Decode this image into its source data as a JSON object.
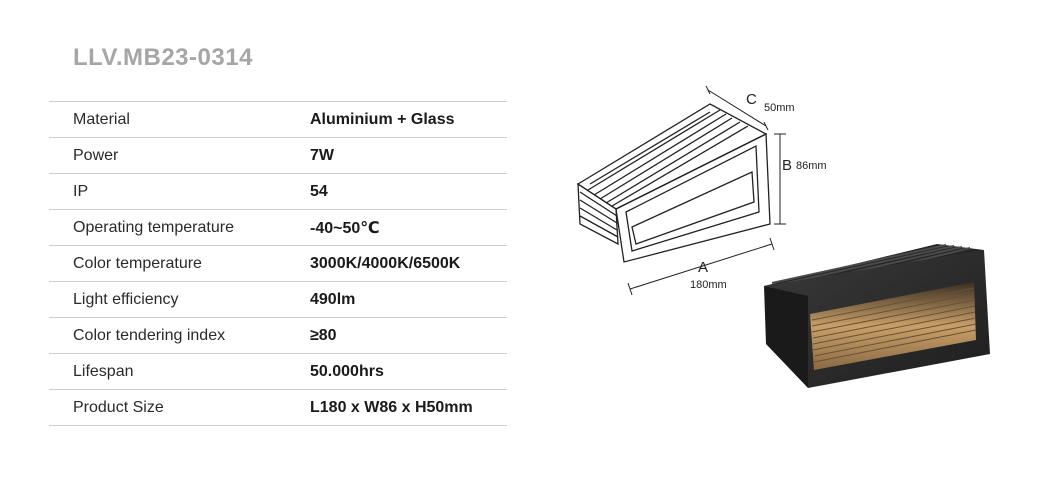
{
  "product": {
    "model": "LLV.MB23-0314"
  },
  "specs": [
    {
      "label": "Material",
      "value": "Aluminium + Glass"
    },
    {
      "label": "Power",
      "value": "7W"
    },
    {
      "label": "IP",
      "value": "54"
    },
    {
      "label": "Operating temperature",
      "value": "-40~50℃"
    },
    {
      "label": "Color temperature",
      "value": "3000K/4000K/6500K"
    },
    {
      "label": "Light efficiency",
      "value": "490lm"
    },
    {
      "label": "Color tendering index",
      "value": "≥80"
    },
    {
      "label": "Lifespan",
      "value": "50.000hrs"
    },
    {
      "label": "Product Size",
      "value": "L180 x W86 x H50mm"
    }
  ],
  "dimensions": {
    "a_letter": "A",
    "a_value": "180mm",
    "b_letter": "B",
    "b_value": "86mm",
    "c_letter": "C",
    "c_value": "50mm"
  },
  "colors": {
    "title": "#a6a6a6",
    "row_divider": "#cfcfcf",
    "housing": "#2b2b2b",
    "warm_light": "#c9a06a"
  }
}
